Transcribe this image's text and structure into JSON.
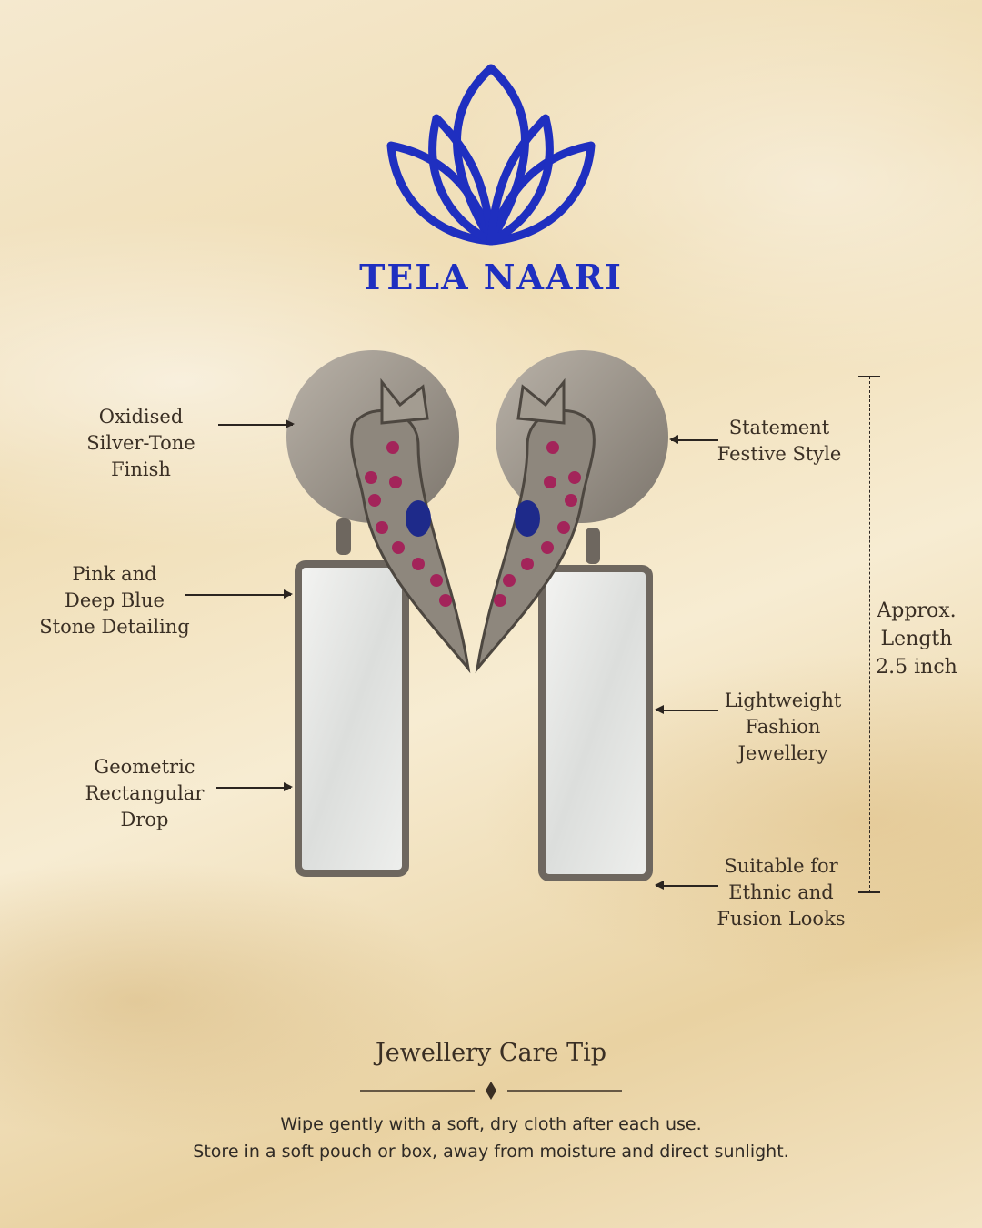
{
  "brand": {
    "name": "Tela Naari",
    "logo_icon": "lotus-logo-icon",
    "color": "#1f2fc0"
  },
  "product": {
    "image": "oxidised-peacock-earrings"
  },
  "callouts": {
    "finish": "Oxidised\nSilver-Tone Finish",
    "stones": "Pink and\nDeep Blue\nStone Detailing",
    "drop": "Geometric\nRectangular\nDrop",
    "style": "Statement\nFestive Style",
    "weight": "Lightweight\nFashion\nJewellery",
    "looks": "Suitable for\nEthnic and\nFusion Looks"
  },
  "dimension": {
    "label": "Approx.\nLength\n2.5 inch"
  },
  "care": {
    "title": "Jewellery Care Tip",
    "line1": "Wipe gently with a soft, dry cloth after each use.",
    "line2": "Store in a soft pouch or box, away from moisture and direct sunlight."
  }
}
